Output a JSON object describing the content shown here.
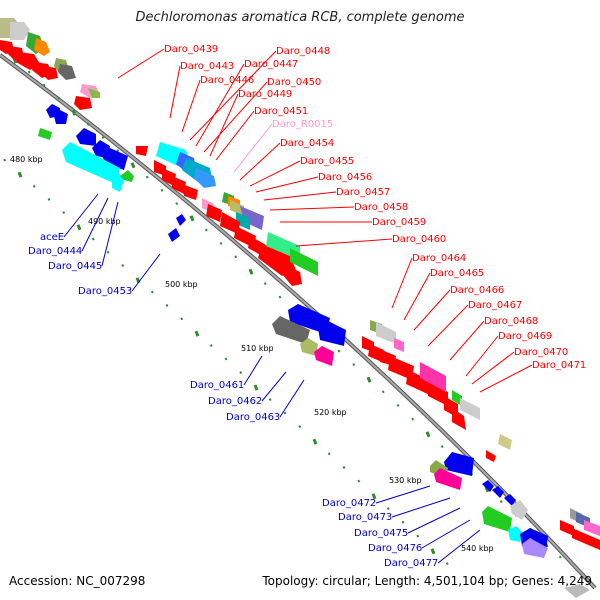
{
  "title": "Dechloromonas aromatica RCB, complete genome",
  "footer": {
    "accession": "Accession: NC_007298",
    "summary": "Topology: circular; Length: 4,501,104 bp; Genes: 4,249"
  },
  "colors": {
    "forward_label": "#ff0000",
    "reverse_label": "#0000cc",
    "rna_label": "#ff99cc",
    "backbone": "#888888",
    "tick": "#2e8b2e"
  },
  "kbp_labels": [
    "480 kbp",
    "490 kbp",
    "500 kbp",
    "510 kbp",
    "520 kbp",
    "530 kbp",
    "540 kbp"
  ],
  "forward_labels": [
    "Daro_0439",
    "Daro_0443",
    "Daro_0446",
    "Daro_0448",
    "Daro_0447",
    "Daro_0450",
    "Daro_0449",
    "Daro_0451",
    "Daro_R0015",
    "Daro_0454",
    "Daro_0455",
    "Daro_0456",
    "Daro_0457",
    "Daro_0458",
    "Daro_0459",
    "Daro_0460",
    "Daro_0464",
    "Daro_0465",
    "Daro_0466",
    "Daro_0467",
    "Daro_0468",
    "Daro_0469",
    "Daro_0470",
    "Daro_0471"
  ],
  "reverse_labels": [
    "aceE",
    "Daro_0444",
    "Daro_0445",
    "Daro_0453",
    "Daro_0461",
    "Daro_0462",
    "Daro_0463",
    "Daro_0472",
    "Daro_0473",
    "Daro_0475",
    "Daro_0476",
    "Daro_0477"
  ]
}
